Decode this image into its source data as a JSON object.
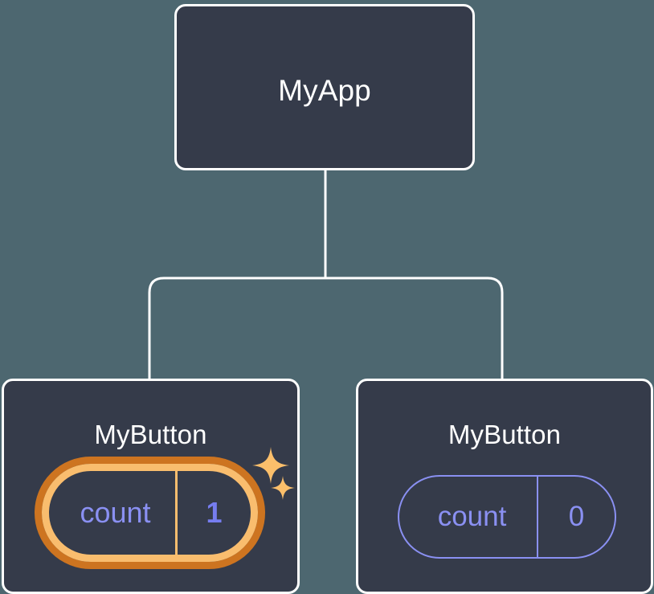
{
  "diagram": {
    "type": "component-tree",
    "background_color": "#4d6770",
    "node_fill_color": "#353b4a",
    "node_border_color": "#ffffff",
    "edge_color": "#ffffff",
    "accent_highlight_outer": "#cd7420",
    "accent_highlight_inner": "#f9bd6e",
    "accent_state_color": "#8a90f2",
    "accent_state_value_color": "#767df0",
    "root": {
      "title": "MyApp"
    },
    "children": [
      {
        "title": "MyButton",
        "state": {
          "key": "count",
          "value": "1"
        },
        "highlighted": true,
        "sparkles": [
          "sparkle-large",
          "sparkle-small"
        ]
      },
      {
        "title": "MyButton",
        "state": {
          "key": "count",
          "value": "0"
        },
        "highlighted": false
      }
    ]
  }
}
